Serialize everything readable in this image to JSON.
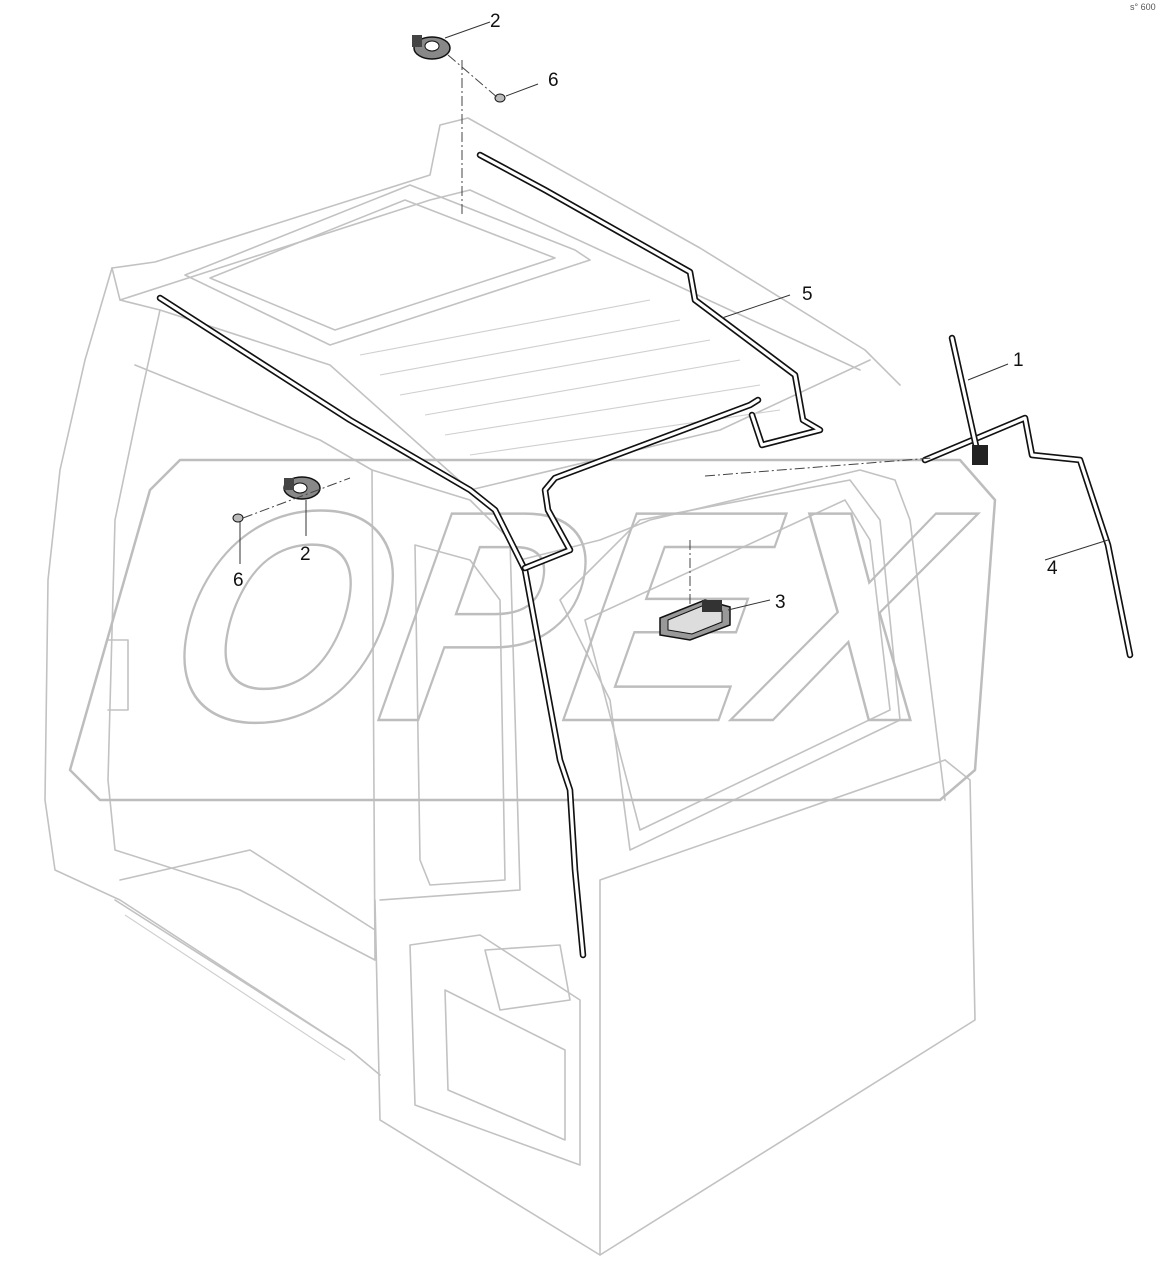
{
  "corner_mark": "s° 600",
  "watermark": {
    "text": "OPEX"
  },
  "callouts": [
    {
      "id": "c-2-top",
      "label": "2"
    },
    {
      "id": "c-6-top",
      "label": "6"
    },
    {
      "id": "c-5",
      "label": "5"
    },
    {
      "id": "c-1",
      "label": "1"
    },
    {
      "id": "c-4",
      "label": "4"
    },
    {
      "id": "c-3",
      "label": "3"
    },
    {
      "id": "c-2-left",
      "label": "2"
    },
    {
      "id": "c-6-left",
      "label": "6"
    }
  ]
}
